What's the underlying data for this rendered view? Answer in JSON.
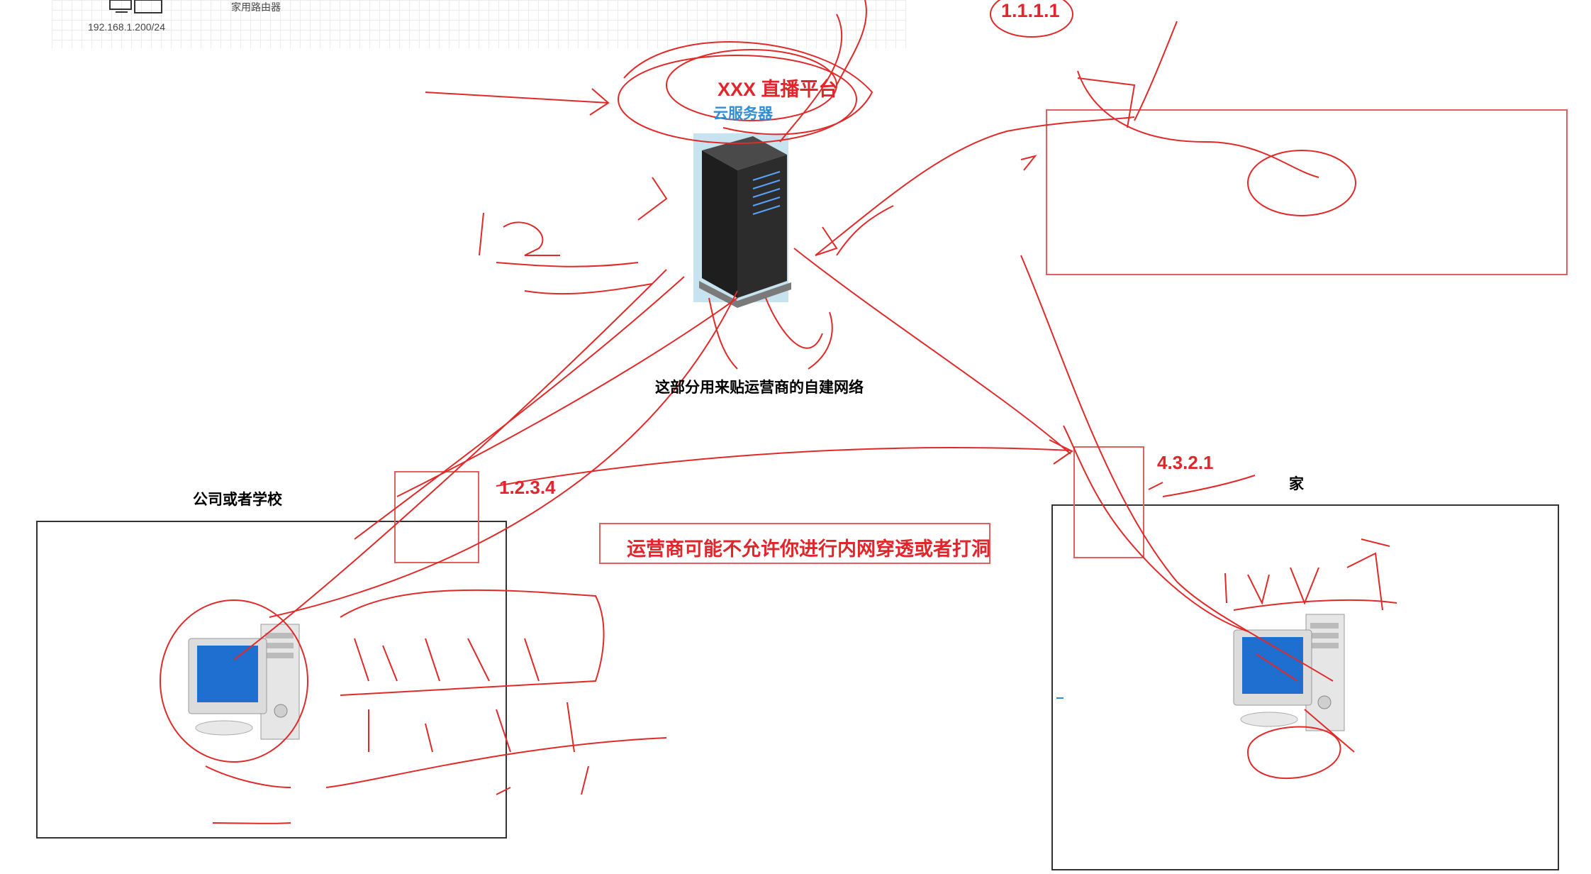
{
  "top_ip": "192.168.1.200/24",
  "top_router": "家用路由器",
  "cloud": {
    "title": "XXX 直播平台",
    "subtitle": "云服务器",
    "ip": "1.1.1.1"
  },
  "operator_note": "这部分用来贴运营商的自建网络",
  "company": {
    "label": "公司或者学校",
    "ip": "1.2.3.4"
  },
  "home": {
    "label": "家",
    "ip": "4.3.2.1"
  },
  "warning": "运营商可能不允许你进行内网穿透或者打洞",
  "colors": {
    "annotation_red": "#e0252b",
    "subtitle_blue": "#2f8fd6"
  }
}
